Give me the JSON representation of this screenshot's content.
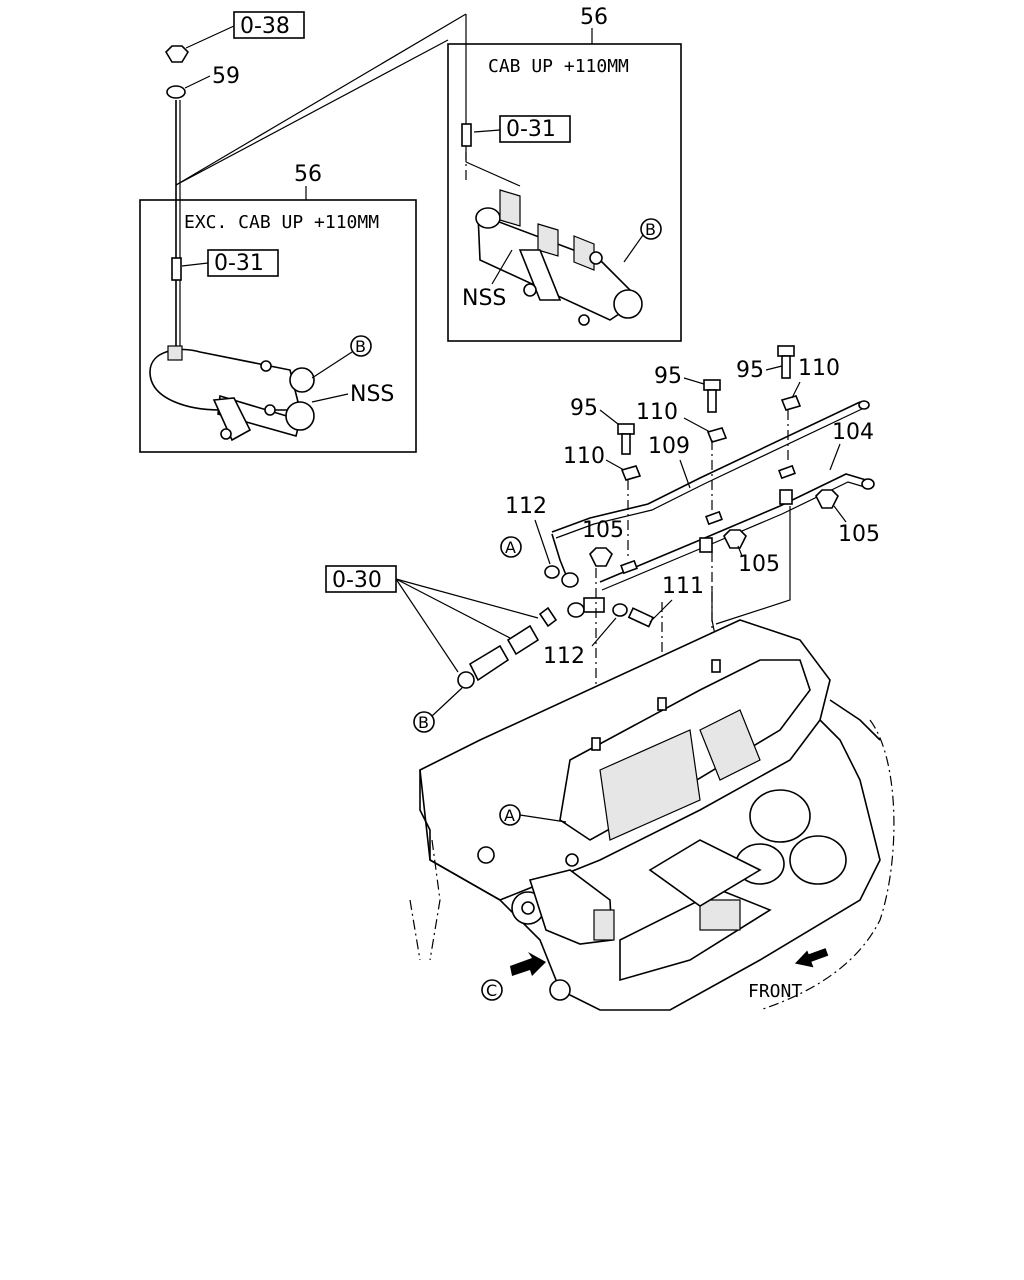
{
  "labels": {
    "ref_038": "0-38",
    "p59": "59",
    "p56_top": "56",
    "cab_up": "CAB UP +110MM",
    "ref_031_top": "0-31",
    "circle_b_top": "B",
    "nss_top": "NSS",
    "p56_left": "56",
    "exc_cab_up": "EXC. CAB UP +110MM",
    "ref_031_left": "0-31",
    "circle_b_left": "B",
    "nss_left": "NSS",
    "p95_a": "95",
    "p95_b": "95",
    "p95_c": "95",
    "p110_a": "110",
    "p110_b": "110",
    "p110_c": "110",
    "p109": "109",
    "p104": "104",
    "p112_a": "112",
    "p105_a": "105",
    "p105_b": "105",
    "p105_c": "105",
    "circle_a_top": "A",
    "ref_030": "0-30",
    "p111": "111",
    "p112_b": "112",
    "circle_b_bottom": "B",
    "circle_a_engine": "A",
    "circle_c": "C",
    "front": "FRONT"
  }
}
